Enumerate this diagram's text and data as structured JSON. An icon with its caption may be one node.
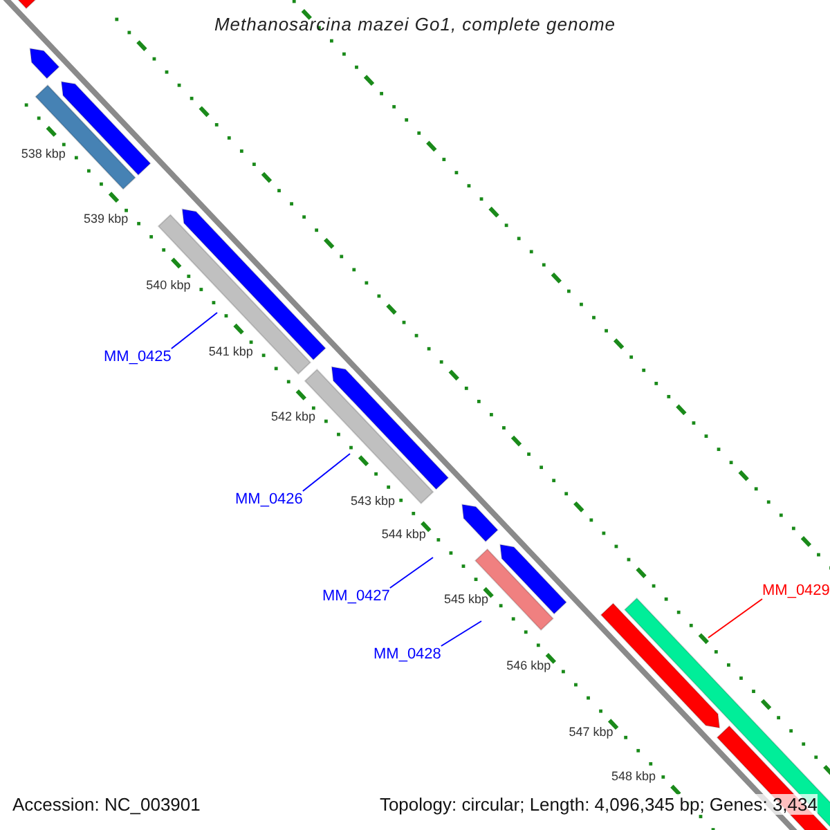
{
  "diagram": {
    "title": "Methanosarcina mazei Go1, complete genome",
    "nodes": [
      {
        "text": [
          "MM_0425"
        ]
      },
      {
        "text": [
          "MM_0426"
        ]
      },
      {
        "text": [
          "MM_0427"
        ]
      },
      {
        "text": [
          "MM_0428"
        ]
      },
      {
        "text": [
          "MM_0429"
        ]
      }
    ],
    "edges": [
      {
        "from": 0,
        "to": null,
        "arrow": "none"
      },
      {
        "from": 1,
        "to": null,
        "arrow": "none"
      },
      {
        "from": 2,
        "to": null,
        "arrow": "none"
      },
      {
        "from": 3,
        "to": null,
        "arrow": "none"
      },
      {
        "from": 4,
        "to": null,
        "arrow": "none",
        "color": "#ff0000"
      }
    ],
    "labels": [
      "538 kbp",
      "539 kbp",
      "540 kbp",
      "541 kbp",
      "542 kbp",
      "543 kbp",
      "544 kbp",
      "545 kbp",
      "546 kbp",
      "547 kbp",
      "548 kbp",
      "Accession: NC_003901",
      "Topology: circular; Length: 4,096,345 bp; Genes: 3,434"
    ]
  }
}
